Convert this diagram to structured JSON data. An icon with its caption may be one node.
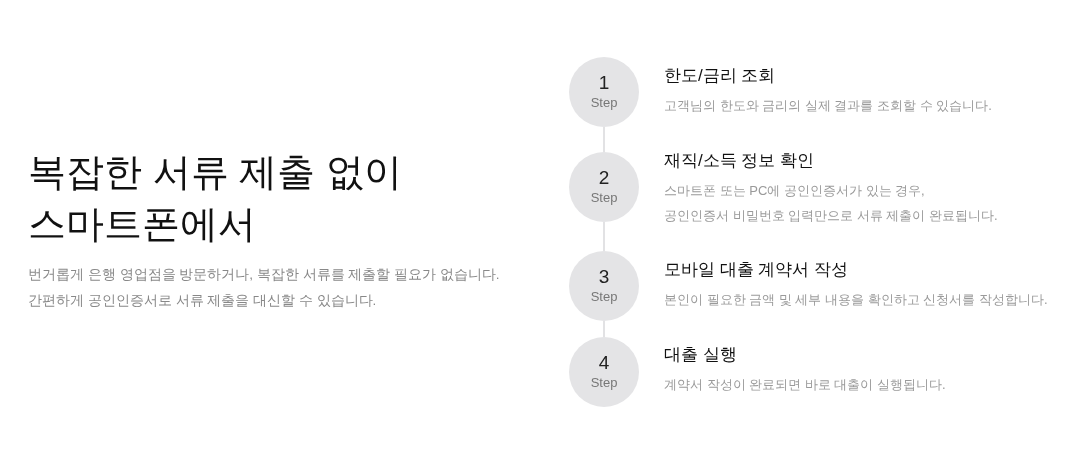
{
  "diagram": {
    "title": "복잡한 서류 제출 없이 스마트폰에서",
    "nodes": [
      {
        "text": [
          "1",
          "Step"
        ],
        "beside": [
          "한도/금리 조회",
          "고객님의 한도와 금리의 실제 결과를 조회할 수 있습니다."
        ]
      },
      {
        "text": [
          "2",
          "Step"
        ],
        "beside": [
          "재직/소득 정보 확인",
          "스마트폰 또는 PC에 공인인증서가 있는 경우,",
          "공인인증서 비밀번호 입력만으로 서류 제출이 완료됩니다."
        ]
      },
      {
        "text": [
          "3",
          "Step"
        ],
        "beside": [
          "모바일 대출 계약서 작성",
          "본인이 필요한 금액 및 세부 내용을 확인하고 신청서를 작성합니다."
        ]
      },
      {
        "text": [
          "4",
          "Step"
        ],
        "beside": [
          "대출 실행",
          "계약서 작성이 완료되면 바로 대출이 실행됩니다."
        ]
      }
    ],
    "edges": [
      {
        "from": 0,
        "to": 1,
        "arrow": "none"
      },
      {
        "from": 1,
        "to": 2,
        "arrow": "none"
      },
      {
        "from": 2,
        "to": 3,
        "arrow": "none"
      }
    ],
    "labels": [
      "번거롭게 은행 영업점을 방문하거나, 복잡한 서류를 제출할 필요가 없습니다.",
      "간편하게 공인인증서로 서류 제출을 대신할 수 있습니다."
    ]
  }
}
